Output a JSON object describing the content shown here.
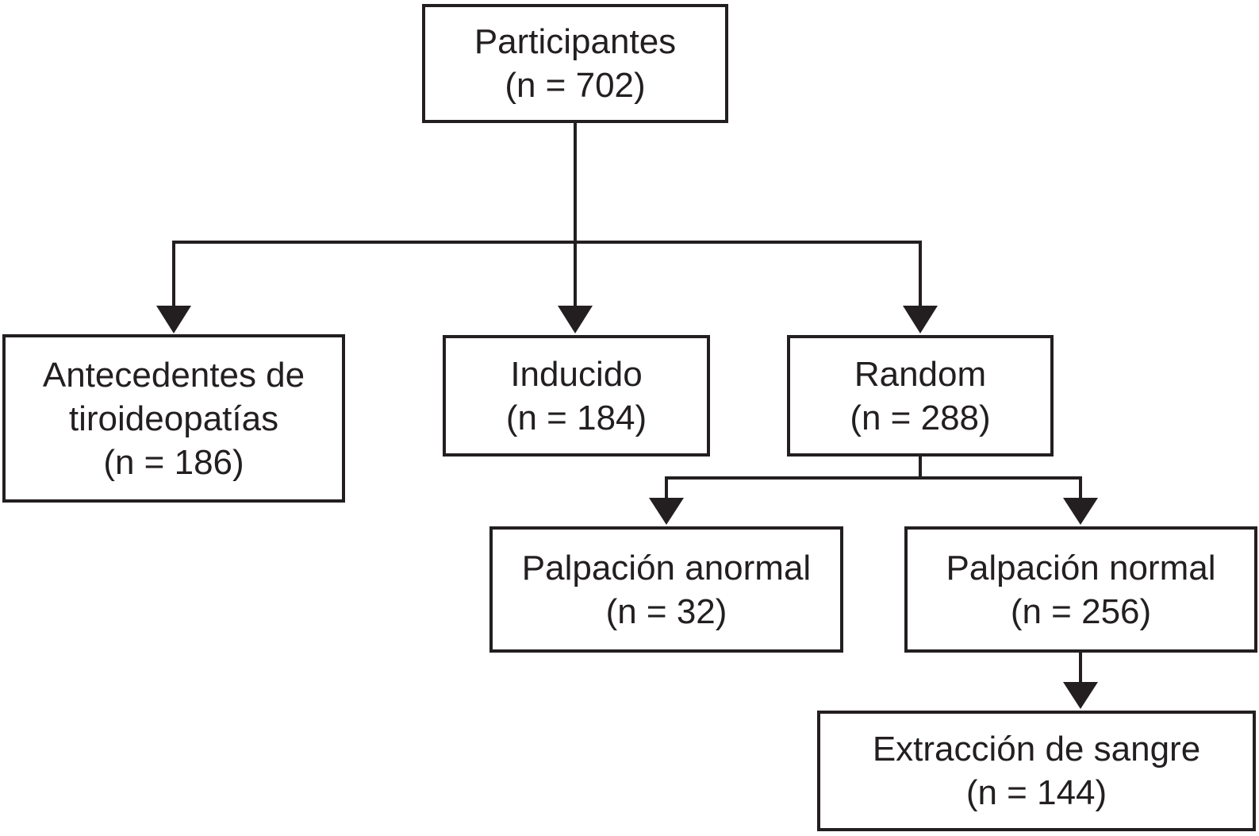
{
  "diagram": {
    "type": "flowchart",
    "language": "es",
    "colors": {
      "line": "#231f20",
      "text": "#231f20",
      "box_background": "#ffffff",
      "page_background": "#ffffff"
    },
    "nodes": {
      "participantes": {
        "label": "Participantes",
        "n": "(n = 702)"
      },
      "antecedentes": {
        "label": "Antecedentes de tiroideopatías",
        "n": "(n = 186)"
      },
      "inducido": {
        "label": "Inducido",
        "n": "(n = 184)"
      },
      "random": {
        "label": "Random",
        "n": "(n = 288)"
      },
      "palpacion_anormal": {
        "label": "Palpación anormal",
        "n": "(n = 32)"
      },
      "palpacion_normal": {
        "label": "Palpación normal",
        "n": "(n = 256)"
      },
      "extraccion": {
        "label": "Extracción de sangre",
        "n": "(n = 144)"
      }
    },
    "edges": [
      {
        "from": "participantes",
        "to": "antecedentes"
      },
      {
        "from": "participantes",
        "to": "inducido"
      },
      {
        "from": "participantes",
        "to": "random"
      },
      {
        "from": "random",
        "to": "palpacion_anormal"
      },
      {
        "from": "random",
        "to": "palpacion_normal"
      },
      {
        "from": "palpacion_normal",
        "to": "extraccion"
      }
    ]
  }
}
